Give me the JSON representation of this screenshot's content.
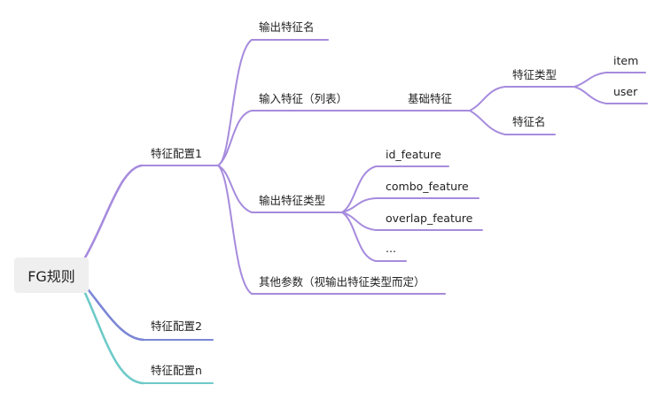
{
  "colors": {
    "purple": "#a68bdd",
    "indigo": "#7b86d6",
    "teal": "#6dcac8",
    "root_bg": "#efefef",
    "text": "#222222"
  },
  "root": {
    "label": "FG规则"
  },
  "branches": [
    {
      "label": "特征配置1",
      "children": [
        {
          "label": "输出特征名"
        },
        {
          "label": "输入特征（列表）",
          "children": [
            {
              "label": "基础特征",
              "children": [
                {
                  "label": "特征类型",
                  "children": [
                    {
                      "label": "item"
                    },
                    {
                      "label": "user"
                    }
                  ]
                },
                {
                  "label": "特征名"
                }
              ]
            }
          ]
        },
        {
          "label": "输出特征类型",
          "children": [
            {
              "label": "id_feature"
            },
            {
              "label": "combo_feature"
            },
            {
              "label": "overlap_feature"
            },
            {
              "label": "..."
            }
          ]
        },
        {
          "label": "其他参数（视输出特征类型而定）"
        }
      ]
    },
    {
      "label": "特征配置2"
    },
    {
      "label": "特征配置n"
    }
  ]
}
